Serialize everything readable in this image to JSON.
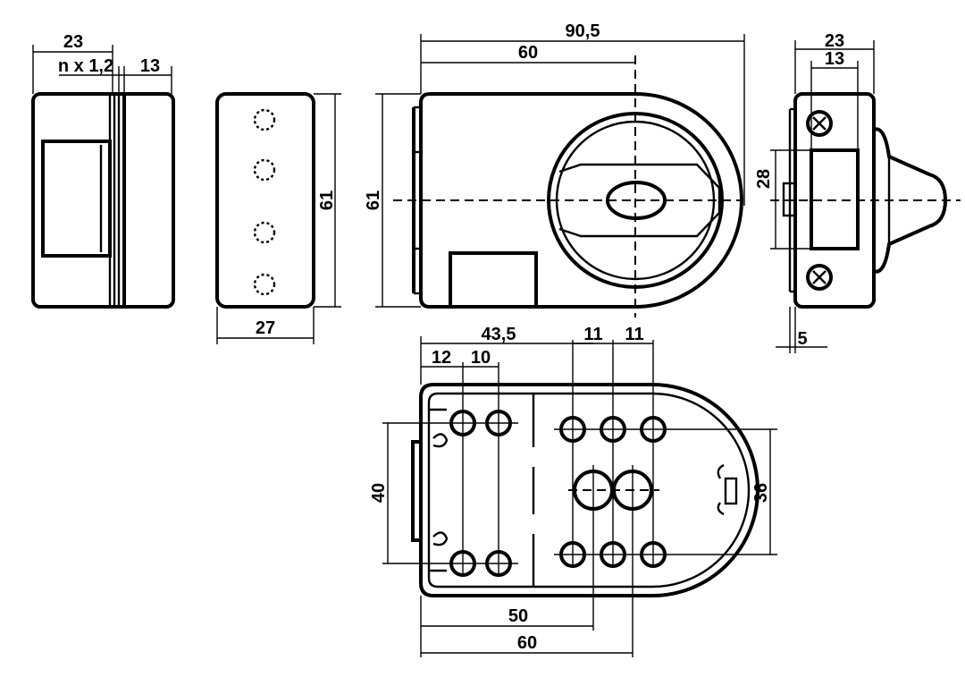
{
  "dimensions": {
    "side_width": "23",
    "plate_spec": "n x 1,2",
    "side_depth": "13",
    "back_height": "61",
    "back_width": "27",
    "front_width": "90,5",
    "front_axis": "60",
    "front_height": "61",
    "right_width": "23",
    "right_depth": "13",
    "right_height": "28",
    "right_offset": "5",
    "bottom_axis_dist": "43,5",
    "bottom_pitch_a": "11",
    "bottom_pitch_b": "11",
    "bottom_edge": "12",
    "bottom_pitch_c": "10",
    "bottom_span_v": "40",
    "bottom_span_v2": "36",
    "bottom_depth_a": "50",
    "bottom_depth_b": "60"
  }
}
